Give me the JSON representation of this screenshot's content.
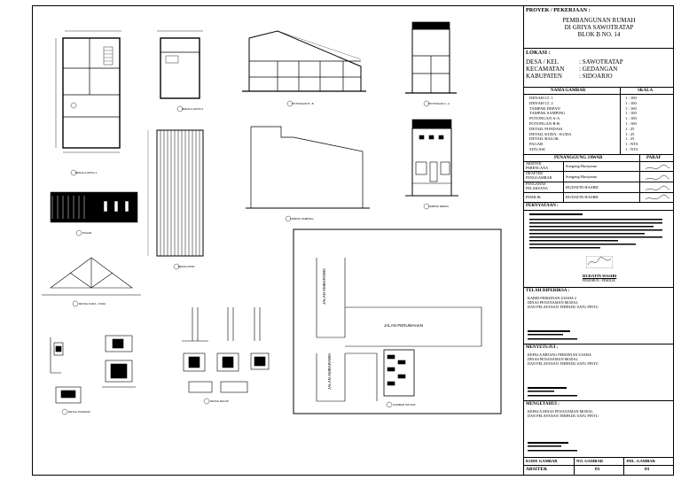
{
  "title_block": {
    "project_label": "PROYEK / PEKERJAAN :",
    "project_name": [
      "PEMBANGUNAN RUMAH",
      "DI GRIYA SAWOTRATAP",
      "BLOK B NO. 14"
    ],
    "location_label": "LOKASI :",
    "location": [
      {
        "key": "DESA / KEL",
        "value": ": SAWOTRATAP"
      },
      {
        "key": "KECAMATAN",
        "value": ": GEDANGAN"
      },
      {
        "key": "KABUPATEN",
        "value": ": SIDOARJO"
      }
    ],
    "drawings_header": [
      "NAMA GAMBAR",
      "SKALA"
    ],
    "drawings": [
      {
        "name": "DENAH LT. 1",
        "scale": "1 : 100"
      },
      {
        "name": "DENAH LT. 2",
        "scale": "1 : 100"
      },
      {
        "name": "TAMPAK DEPAN",
        "scale": "1 : 100"
      },
      {
        "name": "TAMPAK SAMPING",
        "scale": "1 : 100"
      },
      {
        "name": "POTONGAN A-A",
        "scale": "1 : 100"
      },
      {
        "name": "POTONGAN B-B",
        "scale": "1 : 100"
      },
      {
        "name": "DETAIL PONDASI",
        "scale": "1 : 25"
      },
      {
        "name": "DETAIL KUDA - KUDA",
        "scale": "1 : 25"
      },
      {
        "name": "DETAIL BALOK",
        "scale": "1 : 25"
      },
      {
        "name": "PAGAR",
        "scale": "1 : NTS"
      },
      {
        "name": "SITUASI",
        "scale": "1 : NTS"
      }
    ],
    "responsible_header": [
      "PENANGGUNG JAWAB",
      "PARAF"
    ],
    "responsible": [
      {
        "role": "ARSITEK PERENCANA",
        "name": "Soegeng Hariyanto"
      },
      {
        "role": "DRAFTER PENGGAMBAR",
        "name": "Soegeng Hariyanto"
      },
      {
        "role": "PENGAWAS PELAKSANA",
        "name": "RUDATIN HASIBI"
      },
      {
        "role": "PEMILIK",
        "name": "RUDATIN HASIBI"
      }
    ],
    "statement_label": "PERNYATAAN :",
    "statement_owner": "RUDATIN HASIBI",
    "statement_owner_sub": "PEMOHON / PEMILIK",
    "approved_label": "TELAH DIPERIKSA :",
    "approved_by": [
      "KABID PERIZINAN USAHA 2",
      "DINAS PENANAMAN MODAL",
      "DAN PELAYANAN TERPADU SATU PINTU"
    ],
    "checked_label": "MENYETUJUI :",
    "checked_by": [
      "KEPALA BIDANG PERIZINAN USAHA",
      "DINAS PENANAMAN MODAL",
      "DAN PELAYANAN TERPADU SATU PINTU"
    ],
    "known_label": "MENGETAHUI :",
    "known_by": [
      "KEPALA DINAS PENANAMAN MODAL",
      "DAN PELAYANAN TERPADU SATU PINTU"
    ],
    "footer_header": [
      "KODE GAMBAR",
      "NO. GAMBAR",
      "JML. GAMBAR"
    ],
    "footer_values": [
      "ARSITEK",
      "01",
      "01"
    ]
  },
  "drawings": {
    "denah_lt1": "DENAH LANTAI 1",
    "denah_lt2": "DENAH LANTAI 2",
    "potongan_bb": "POTONGAN B - B",
    "potongan_aa": "POTONGAN A - A",
    "denah_atap": "DENAH ATAP",
    "tampak_samping": "TAMPAK SAMPING",
    "tampak_depan": "TAMPAK DEPAN",
    "pagar": "PAGAR",
    "kuda_kuda": "DETAIL KUDA - KUDA",
    "pondasi": "DETAIL PONDASI",
    "balok": "DETAIL BALOK",
    "situasi": "GAMBAR SITUASI",
    "jalan_ambarawa_1": "JALAN AMBARAWA",
    "jalan_ambarawa_2": "JALAN AMBARAWA",
    "jalan_perumahan": "JALAN PERUMAHAN"
  }
}
